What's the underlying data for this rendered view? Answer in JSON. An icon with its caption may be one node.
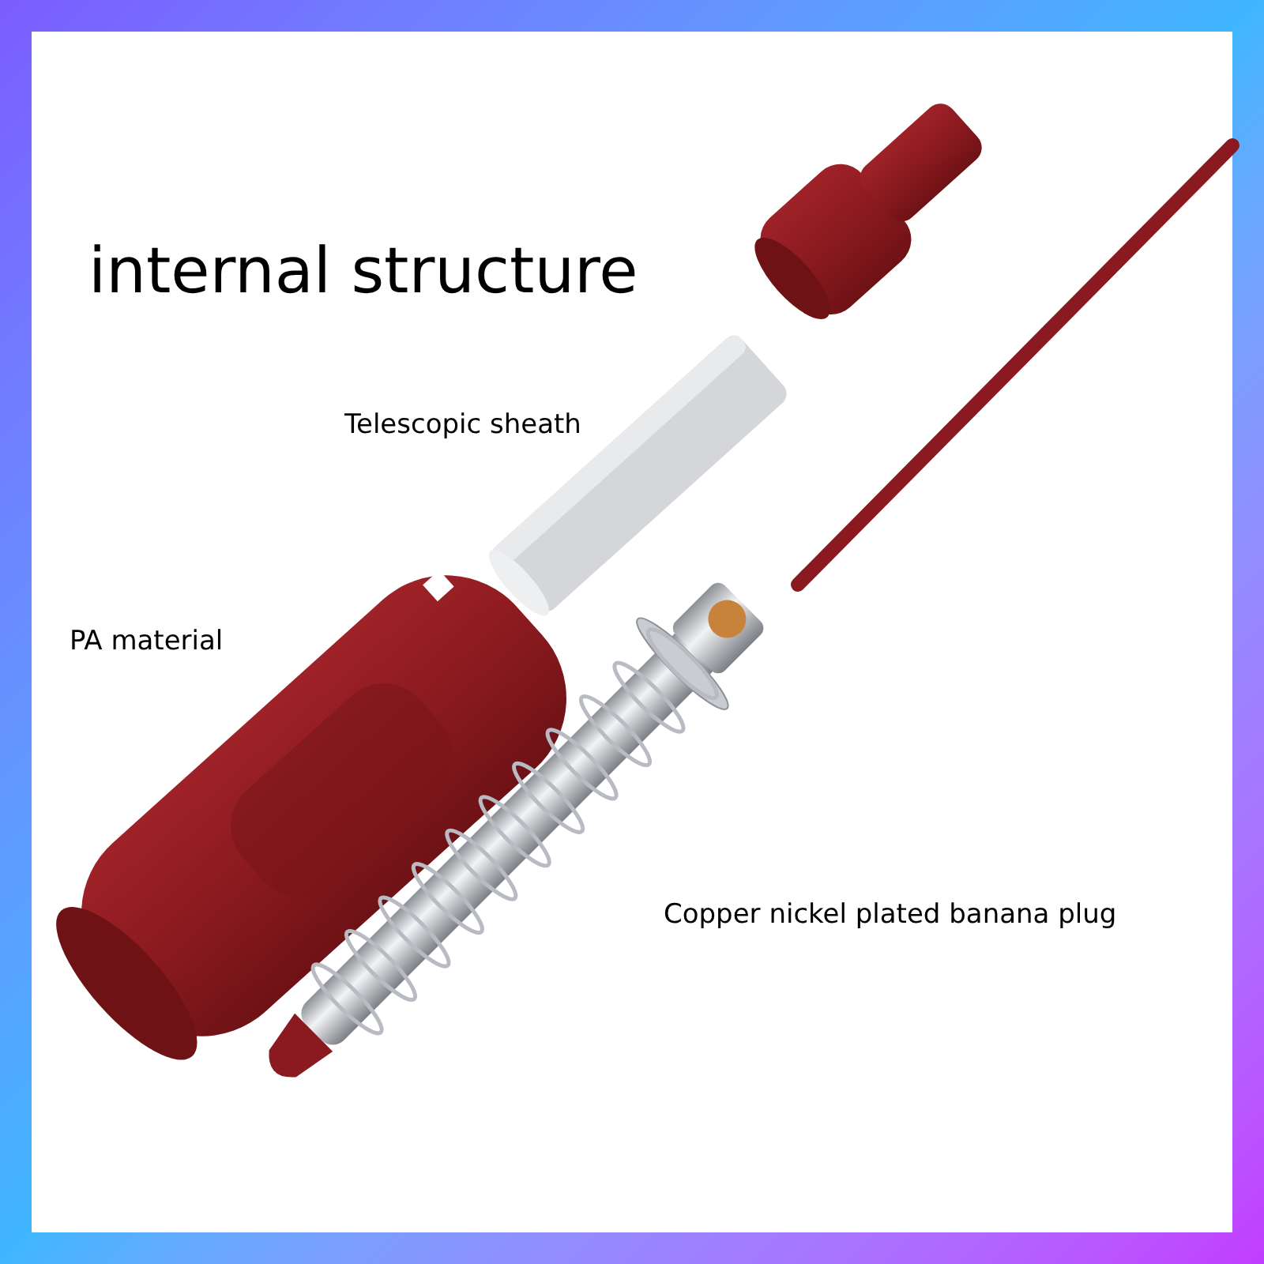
{
  "diagram": {
    "title": "internal structure",
    "labels": [
      "Telescopic sheath",
      "PA material",
      "Copper nickel plated banana plug"
    ]
  }
}
